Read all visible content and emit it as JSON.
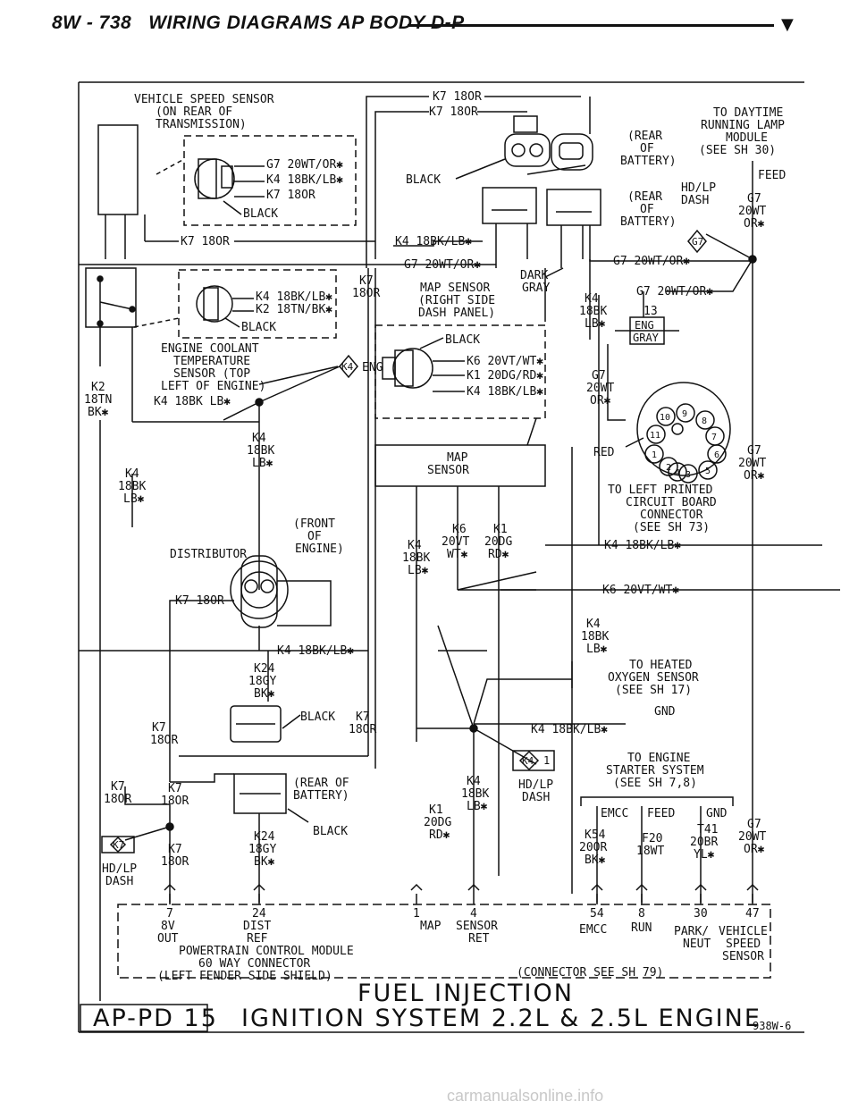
{
  "header": {
    "page": "8W - 738",
    "title": "WIRING DIAGRAMS AP BODY D-P",
    "arrow": "▼"
  },
  "vss": {
    "l1": "VEHICLE SPEED SENSOR",
    "l2": "(ON REAR OF",
    "l3": "TRANSMISSION)",
    "w1": "G7 20WT/OR✱",
    "w2": "K4 18BK/LB✱",
    "w3": "K7 18OR",
    "w4": "BLACK",
    "bottom": "K7 18OR"
  },
  "top": {
    "k7a": "K7 18OR",
    "k7b": "K7 18OR",
    "black": "BLACK",
    "rear1": "(REAR",
    "rear2": "OF",
    "rear3": "BATTERY)",
    "rearb1": "(REAR",
    "rearb2": "OF",
    "rearb3": "BATTERY)",
    "drl1": "TO DAYTIME",
    "drl2": "RUNNING LAMP",
    "drl3": "MODULE",
    "drl4": "(SEE SH 30)",
    "feed": "FEED",
    "hdlp1": "HD/LP",
    "hdlp2": "DASH",
    "g7a": "G7",
    "g7b": "20WT",
    "g7c": "OR✱",
    "g7tag": "G7",
    "k4line": "K4 18BK/LB✱",
    "g7line": "G7 20WT/OR✱",
    "g7right": "G7 20WT/OR✱"
  },
  "ect": {
    "w1": "K4 18BK/LB✱",
    "w2": "K2 18TN/BK✱",
    "w3": "BLACK",
    "l1": "ENGINE COOLANT",
    "l2": "TEMPERATURE",
    "l3": "SENSOR (TOP",
    "l4": "LEFT OF ENGINE)",
    "eng": "ENG",
    "k4tag": "K4",
    "k4line": "K4 18BK LB✱",
    "k2a": "K2",
    "k2b": "18TN",
    "k2c": "BK✱",
    "k7a": "K7",
    "k7b": "18OR"
  },
  "map": {
    "l1": "MAP SENSOR",
    "l2": "(RIGHT SIDE",
    "l3": "DASH PANEL)",
    "dark1": "DARK",
    "dark2": "GRAY",
    "black": "BLACK",
    "w1": "K6 20VT/WT✱",
    "w2": "K1 20DG/RD✱",
    "w3": "K4 18BK/LB✱",
    "box1": "MAP",
    "box2": "SENSOR",
    "k6a": "K6",
    "k6b": "20VT",
    "k6c": "WT✱",
    "k1a": "K1",
    "k1b": "20DG",
    "k1c": "RD✱",
    "k4a": "K4",
    "k4b": "18BK",
    "k4c": "LB✱"
  },
  "eng13": {
    "k4a": "K4",
    "k4b": "18BK",
    "k4c": "LB✱",
    "g7line": "G7 20WT/OR✱",
    "n13": "13",
    "eng": "ENG",
    "gray": "GRAY",
    "g7a": "G7",
    "g7b": "20WT",
    "g7c": "OR✱",
    "red": "RED",
    "pins": [
      "10",
      "9",
      "8",
      "11",
      "7",
      "1",
      "6",
      "2",
      "5",
      "3",
      "4"
    ],
    "c1": "TO LEFT PRINTED",
    "c2": "CIRCUIT BOARD",
    "c3": "CONNECTOR",
    "c4": "(SEE SH 73)",
    "g7ra": "G7",
    "g7rb": "20WT",
    "g7rc": "OR✱"
  },
  "dist": {
    "k4a": "K4",
    "k4b": "18BK",
    "k4c": "LB✱",
    "k4la": "K4",
    "k4lb": "18BK",
    "k4lc": "LB✱",
    "front1": "(FRONT",
    "front2": "OF",
    "front3": "ENGINE)",
    "label": "DISTRIBUTOR",
    "k7": "K7 18OR",
    "k4line": "K4 18BK/LB✱",
    "k24a": "K24",
    "k24b": "18GY",
    "k24c": "BK✱"
  },
  "right": {
    "k4line": "K4 18BK/LB✱",
    "k6line": "K6 20VT/WT✱",
    "k4a": "K4",
    "k4b": "18BK",
    "k4c": "LB✱",
    "o1": "TO HEATED",
    "o2": "OXYGEN SENSOR",
    "o3": "(SEE SH 17)",
    "gnd": "GND",
    "k4gnd": "K4 18BK/LB✱"
  },
  "lower": {
    "k7la": "K7",
    "k7lb": "18OR",
    "black": "BLACK",
    "k7ra": "K7",
    "k7rb": "18OR",
    "rear1": "(REAR OF",
    "rear2": "BATTERY)",
    "black2": "BLACK",
    "k7a": "K7",
    "k7b": "18OR",
    "k7c": "K7",
    "k7d": "18OR",
    "k7e": "K7",
    "k7f": "18OR",
    "k7tag": "K7",
    "hd1": "HD/LP",
    "hd2": "DASH",
    "k24a": "K24",
    "k24b": "18GY",
    "k24c": "BK✱",
    "k4tag": "K4",
    "k4n": "1",
    "k1a": "K1",
    "k1b": "20DG",
    "k1c": "RD✱",
    "k4a": "K4",
    "k4b": "18BK",
    "k4c": "LB✱",
    "hdlp1": "HD/LP",
    "hdlp2": "DASH",
    "st1": "TO ENGINE",
    "st2": "STARTER SYSTEM",
    "st3": "(SEE SH 7,8)",
    "emcc": "EMCC",
    "feed": "FEED",
    "gnd": "GND",
    "k54a": "K54",
    "k54b": "20OR",
    "k54c": "BK✱",
    "f20a": "F20",
    "f20b": "18WT",
    "t41a": "T41",
    "t41b": "20BR",
    "t41c": "YL✱",
    "g7a": "G7",
    "g7b": "20WT",
    "g7c": "OR✱"
  },
  "pcm": {
    "p7": "7",
    "p24": "24",
    "p1": "1",
    "p4": "4",
    "p54": "54",
    "p8": "8",
    "p30": "30",
    "p47": "47",
    "l8v": "8V",
    "lout": "OUT",
    "ldist": "DIST",
    "lref": "REF",
    "lmap": "MAP",
    "lsensor": "SENSOR",
    "lret": "RET",
    "lemcc": "EMCC",
    "lrun": "RUN",
    "lpark": "PARK/",
    "lneut": "NEUT",
    "lveh": "VEHICLE",
    "lspeed": "SPEED",
    "lsens": "SENSOR",
    "t1": "POWERTRAIN CONTROL MODULE",
    "t2": "60 WAY CONNECTOR",
    "t3": "(LEFT FENDER SIDE SHIELD)",
    "t4": "(CONNECTOR SEE SH 79)"
  },
  "footer": {
    "title1": "FUEL INJECTION",
    "title2": "IGNITION SYSTEM 2.2L & 2.5L ENGINE",
    "code": "AP-PD 15",
    "fig": "938W-6"
  },
  "watermark": "carmanualsonline.info"
}
